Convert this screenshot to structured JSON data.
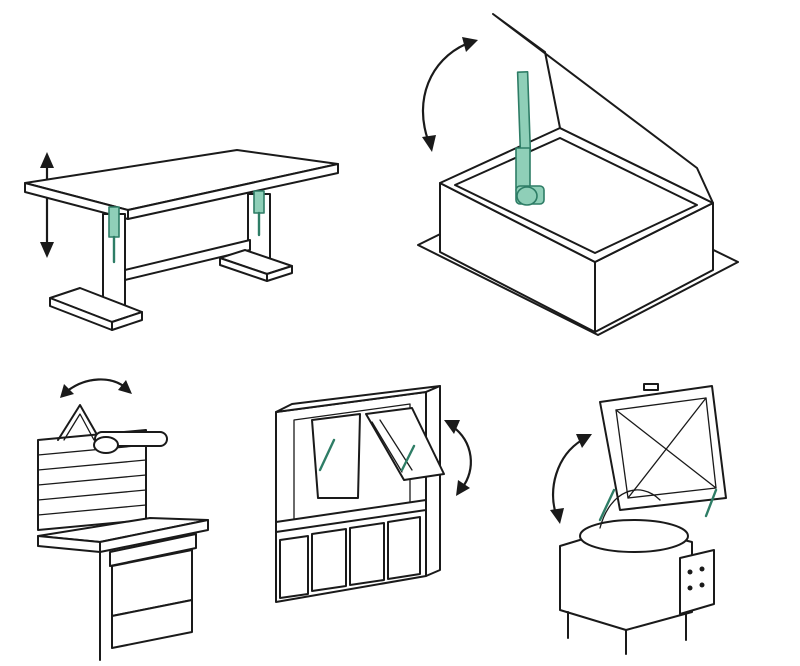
{
  "colors": {
    "line": "#1a1a1a",
    "gas_spring_fill": "#8fcfb8",
    "gas_spring_stroke": "#2e7d66",
    "background": "#ffffff"
  },
  "figures": [
    {
      "id": "height-adjustable-table",
      "motion": "vertical"
    },
    {
      "id": "hinged-lid-box",
      "motion": "rotational"
    },
    {
      "id": "workbench-with-lamp-arm",
      "motion": "rotational"
    },
    {
      "id": "cabinet-with-lift-up-doors",
      "motion": "rotational"
    },
    {
      "id": "tilting-kettle",
      "motion": "rotational"
    }
  ]
}
